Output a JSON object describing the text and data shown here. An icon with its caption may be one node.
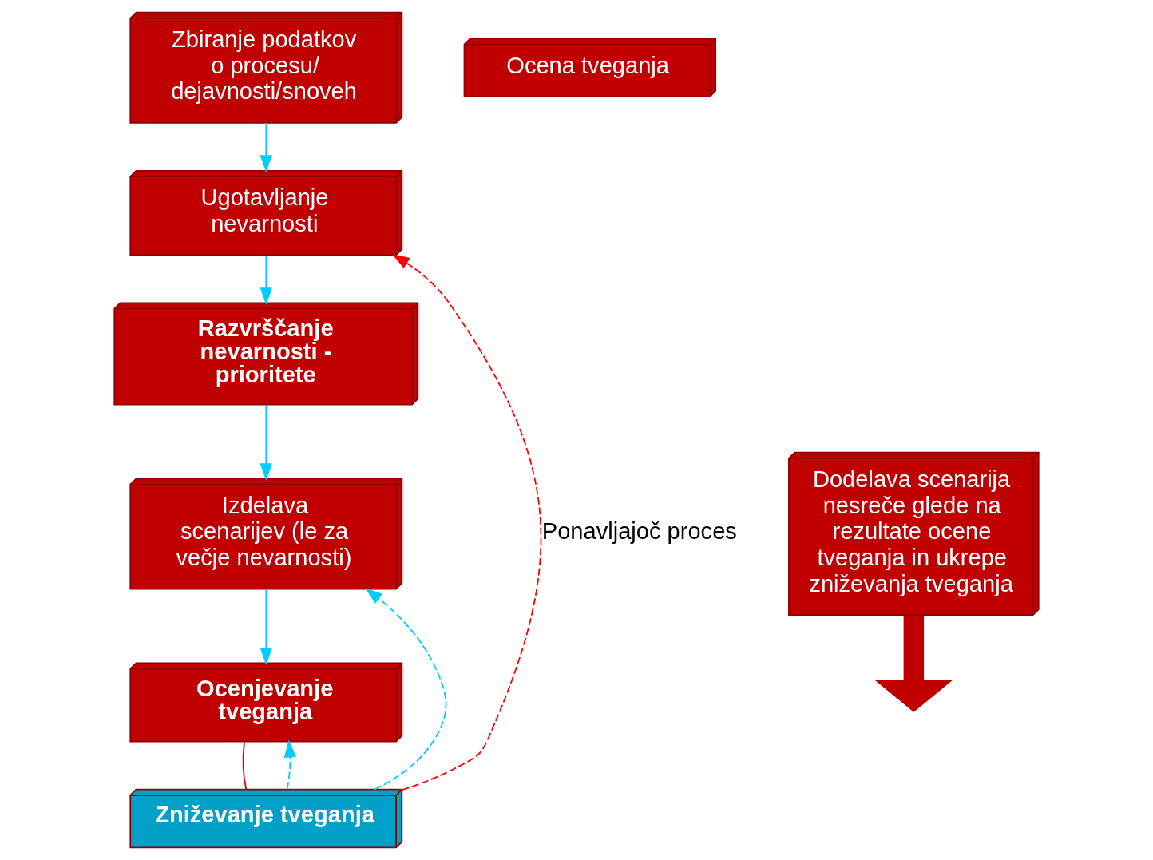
{
  "diagram": {
    "nodes": [
      {
        "text": [
          "Zbiranje podatkov o procesu/ dejavnosti/snoveh"
        ]
      },
      {
        "text": [
          "Ugotavljanje nevarnosti"
        ]
      },
      {
        "text": [
          "Razvrščanje nevarnosti - prioritete"
        ]
      },
      {
        "text": [
          "Izdelava scenarijev (le za večje nevarnosti)"
        ]
      },
      {
        "text": [
          "Ocenjevanje tveganja"
        ]
      },
      {
        "text": [
          "Zniževanje tveganja"
        ]
      },
      {
        "text": [
          "Dodelava scenarija nesreče glede na rezultate ocene tveganja in ukrepe zniževanja tveganja"
        ]
      },
      {
        "text": [
          "Ocena tveganja"
        ]
      }
    ],
    "edges": [
      {
        "from": 0,
        "to": 1,
        "arrow": "to"
      },
      {
        "from": 1,
        "to": 2,
        "arrow": "to"
      },
      {
        "from": 2,
        "to": 3,
        "arrow": "to"
      },
      {
        "from": 3,
        "to": 4,
        "arrow": "to"
      },
      {
        "from": 4,
        "to": 5,
        "arrow": "none",
        "color": "#e00000"
      },
      {
        "from": 5,
        "to": 1,
        "arrow": "to",
        "label": "Ponavljajoč proces",
        "style": "dashed",
        "color": "#ff0000"
      },
      {
        "from": 5,
        "to": 3,
        "arrow": "to",
        "style": "dashed"
      },
      {
        "from": 5,
        "to": 4,
        "arrow": "to",
        "style": "dashed"
      },
      {
        "from": 6,
        "to": null,
        "arrow": "to",
        "style": "thick",
        "color": "#c00000"
      }
    ]
  }
}
